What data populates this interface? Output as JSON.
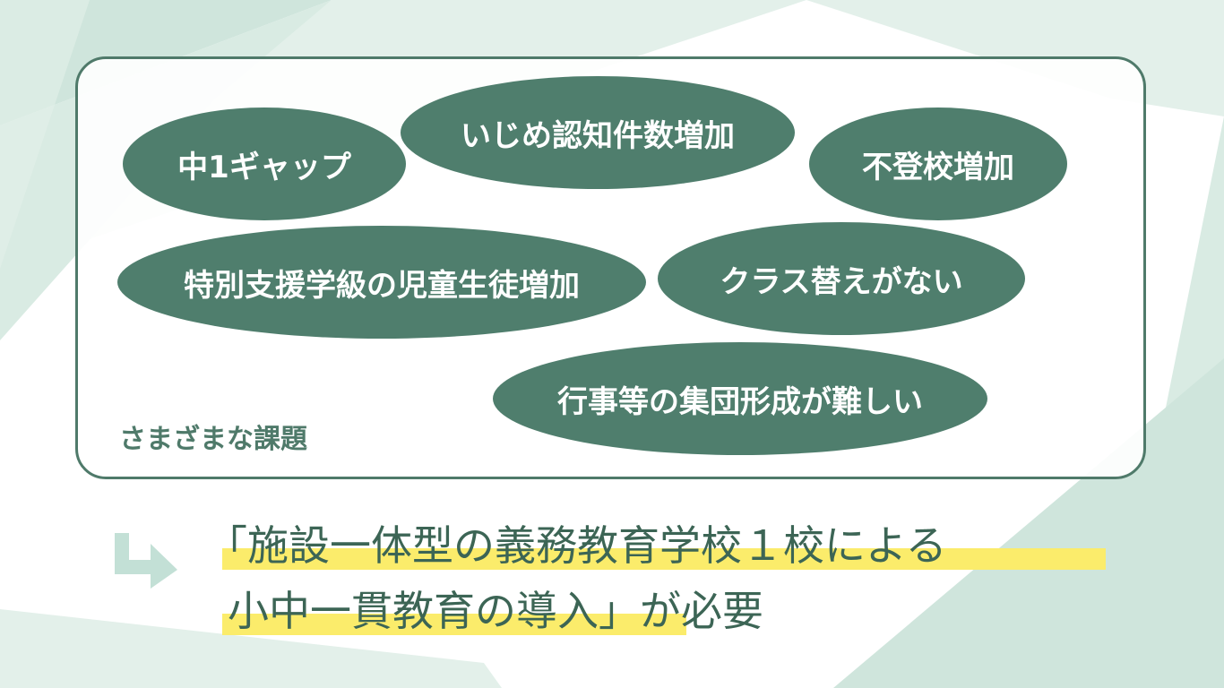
{
  "issues": {
    "caption": "さまざまな課題",
    "items": [
      {
        "label": "中1ギャップ"
      },
      {
        "label": "いじめ認知件数増加"
      },
      {
        "label": "不登校増加"
      },
      {
        "label": "特別支援学級の児童生徒増加"
      },
      {
        "label": "クラス替えがない"
      },
      {
        "label": "行事等の集団形成が難しい"
      }
    ]
  },
  "conclusion": {
    "line1": "「施設一体型の義務教育学校１校による",
    "line2": "小中一貫教育の導入」が必要"
  },
  "colors": {
    "accent": "#4f7e6d",
    "text": "#3c6555",
    "highlight": "#fbec6b",
    "background_tint": "#d4e8e1"
  }
}
